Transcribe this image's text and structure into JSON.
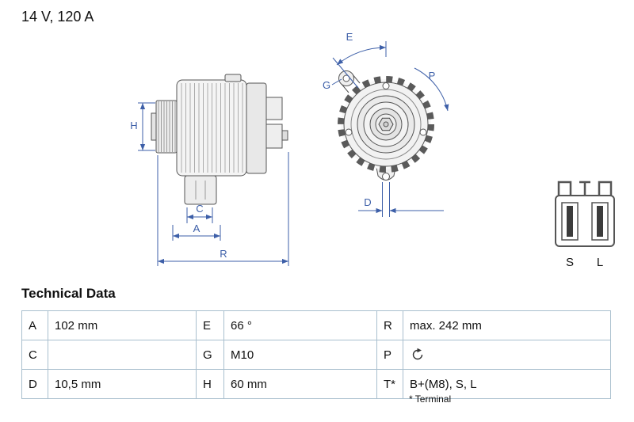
{
  "header": {
    "rating": "14 V, 120 A"
  },
  "diagram": {
    "side_view": {
      "labels": {
        "h": "H",
        "c": "C",
        "a": "A",
        "r": "R"
      }
    },
    "front_view": {
      "labels": {
        "e": "E",
        "g": "G",
        "p": "P",
        "d": "D"
      }
    },
    "connector": {
      "terminal_left": "S",
      "terminal_right": "L"
    }
  },
  "technical_data": {
    "heading": "Technical Data",
    "rows": [
      {
        "c1": "A",
        "v1": "102 mm",
        "c2": "E",
        "v2": "66 °",
        "c3": "R",
        "v3": "max. 242 mm"
      },
      {
        "c1": "C",
        "v1": "",
        "c2": "G",
        "v2": "M10",
        "c3": "P",
        "v3": ""
      },
      {
        "c1": "D",
        "v1": "10,5 mm",
        "c2": "H",
        "v2": "60 mm",
        "c3": "T*",
        "v3": "B+(M8), S, L"
      }
    ],
    "footnote": "* Terminal",
    "icons": {
      "p_value": "clockwise-rotation"
    }
  },
  "colors": {
    "dimension_blue": "#3d5fa8",
    "table_border": "#a9bfce",
    "text": "#111111"
  }
}
